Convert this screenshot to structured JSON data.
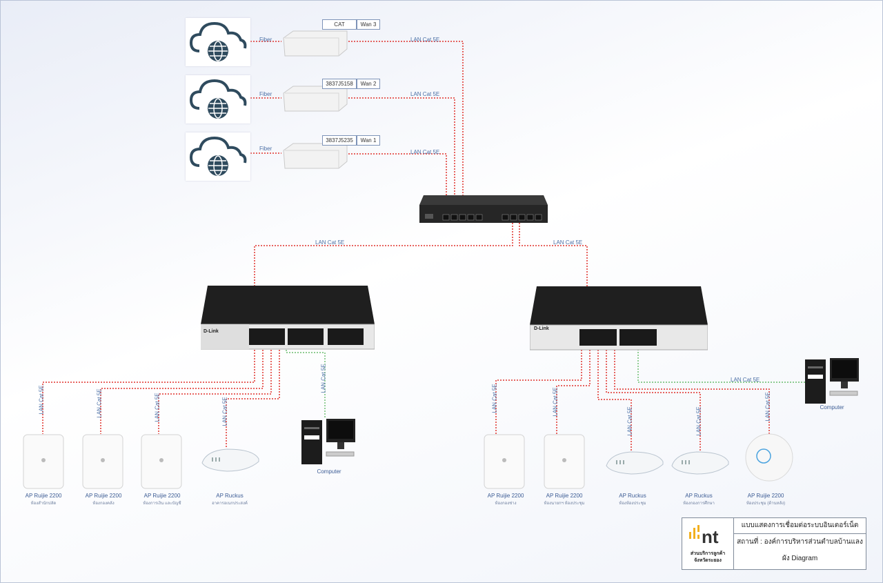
{
  "wans": [
    {
      "tag": "CAT",
      "wan": "Wan 3",
      "fiber": "Fiber",
      "lan": "LAN Cat 5E"
    },
    {
      "tag": "3837J5158",
      "wan": "Wan 2",
      "fiber": "Fiber",
      "lan": "LAN Cat 5E"
    },
    {
      "tag": "3837J5235",
      "wan": "Wan 1",
      "fiber": "Fiber",
      "lan": "LAN Cat 5E"
    }
  ],
  "router_links": {
    "left": "LAN Cat 5E",
    "right": "LAN Cat 5E"
  },
  "switch_left": {
    "brand": "D-Link",
    "drops": [
      {
        "cable": "LAN Cat 5E",
        "name": "AP Ruijie 2200",
        "place": "ห้องสำนักปลัด"
      },
      {
        "cable": "LAN Cat 5E",
        "name": "AP Ruijie 2200",
        "place": "ห้องกองคลัง"
      },
      {
        "cable": "LAN Cat 5E",
        "name": "AP Ruijie 2200",
        "place": "ห้องการเงิน และบัญชี"
      },
      {
        "cable": "LAN Cat 5E",
        "name": "AP  Ruckus",
        "place": "อาคารอเนกประสงค์"
      },
      {
        "cable": "LAN Cat 5E",
        "name": "Computer",
        "place": ""
      }
    ]
  },
  "switch_right": {
    "brand": "D-Link",
    "drops": [
      {
        "cable": "LAN Cat 5E",
        "name": "AP Ruijie 2200",
        "place": "ห้องกองช่าง"
      },
      {
        "cable": "LAN Cat 5E",
        "name": "AP Ruijie 2200",
        "place": "ห้องนายกฯ ห้องประชุม"
      },
      {
        "cable": "LAN Cat 5E",
        "name": "AP  Ruckus",
        "place": "ห้องห้องประชุม"
      },
      {
        "cable": "LAN Cat 5E",
        "name": "AP  Ruckus",
        "place": "ห้องกองการศึกษา"
      },
      {
        "cable": "LAN Cat 5E",
        "name": "AP Ruijie 2200",
        "place": "ห้องประชุม (ด้านหลัง)"
      },
      {
        "cable": "LAN Cat 5E",
        "name": "Computer",
        "place": ""
      }
    ]
  },
  "legend": {
    "logo_text": "nt",
    "office_line1": "ส่วนบริการลูกค้า",
    "office_line2": "จังหวัดระยอง",
    "title": "แบบแสดงการเชื่อมต่อระบบอินเตอร์เน็ต",
    "location": "สถานที่ : องค์การบริหารส่วนตำบลบ้านแลง",
    "plan": "ผัง Diagram"
  },
  "colors": {
    "fiber": "#e0302a",
    "lan": "#e0302a",
    "lan_computer": "#4caf50",
    "label": "#4a6fa5",
    "switch_body": "#2a2a2a"
  }
}
